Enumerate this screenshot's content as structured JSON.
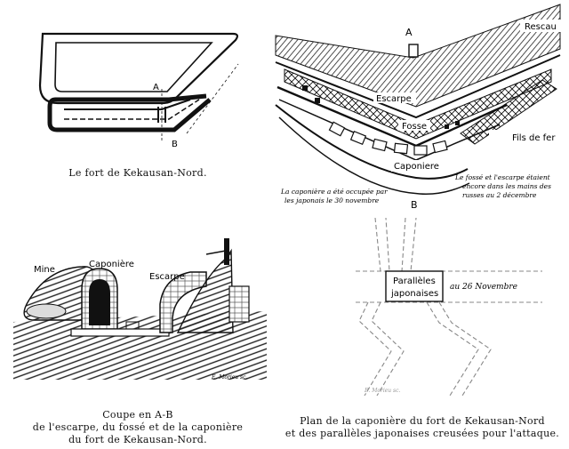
{
  "fig1": {
    "caption": "Le fort de Kekausan-Nord.",
    "labels": {
      "a": "A",
      "b": "B"
    }
  },
  "fig2": {
    "labels": {
      "a": "A",
      "b": "B",
      "rescau": "Rescau",
      "escarpe": "Escarpe",
      "fosse": "Fosse",
      "caponiere": "Caponiere",
      "fils": "Fils de fer"
    },
    "note_left": [
      "La caponière a été occupée par",
      "les japonais le 30 novembre"
    ],
    "note_right": [
      "Le fossé et l'escarpe étaient",
      "encore dans les mains des",
      "russes au 2 décembre"
    ]
  },
  "fig3": {
    "labels": {
      "mine": "Mine",
      "caponiere": "Caponière",
      "escarpe": "Escarpe",
      "signature": "E. Morieu sc."
    },
    "caption": [
      "Coupe en A-B",
      "de l'escarpe, du fossé et de la caponière",
      "du fort de Kekausan-Nord."
    ]
  },
  "fig4": {
    "labels": {
      "paralleles": "Parallèles",
      "japonaises": "japonaises",
      "date": "au 26 Novembre",
      "signature": "E. Morieu sc."
    },
    "caption": [
      "Plan de la caponière du fort de Kekausan-Nord",
      "et des parallèles japonaises creusées pour l'attaque."
    ]
  }
}
